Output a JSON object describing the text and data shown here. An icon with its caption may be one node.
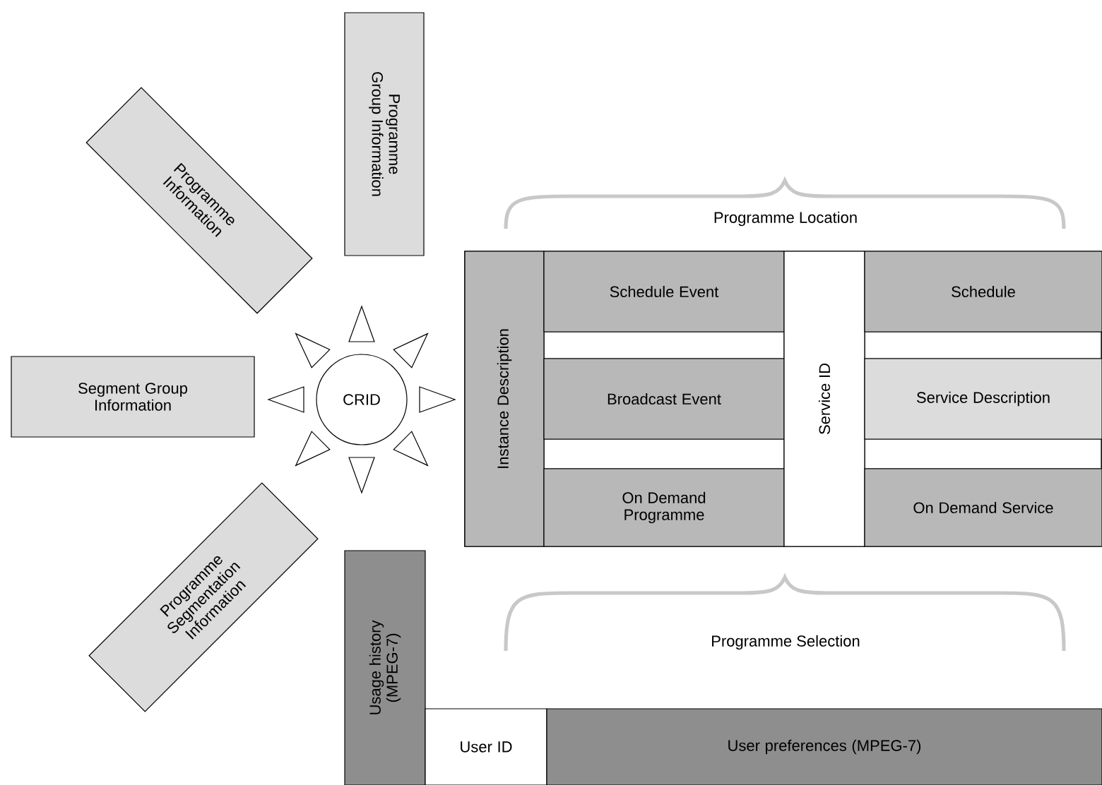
{
  "diagram": {
    "nodes": [
      {
        "text": [
          "Programme Group Information"
        ]
      },
      {
        "text": [
          "Programme Information"
        ]
      },
      {
        "text": [
          "Segment Group Information"
        ]
      },
      {
        "text": [
          "CRID"
        ]
      },
      {
        "text": [
          "Programme Segmentation Information"
        ]
      },
      {
        "text": [
          "Usage history (MPEG-7)"
        ]
      },
      {
        "text": [
          "Instance Description"
        ]
      },
      {
        "text": [
          "Schedule Event"
        ]
      },
      {
        "text": [
          "Broadcast Event"
        ]
      },
      {
        "text": [
          "On Demand Programme"
        ]
      },
      {
        "text": [
          "Service ID"
        ]
      },
      {
        "text": [
          "Schedule"
        ]
      },
      {
        "text": [
          "Service Description"
        ]
      },
      {
        "text": [
          "On Demand Service"
        ]
      },
      {
        "text": [
          "User ID"
        ]
      },
      {
        "text": [
          "User preferences (MPEG-7)"
        ]
      }
    ],
    "labels": [
      "Programme Location",
      "Programme Selection"
    ]
  }
}
